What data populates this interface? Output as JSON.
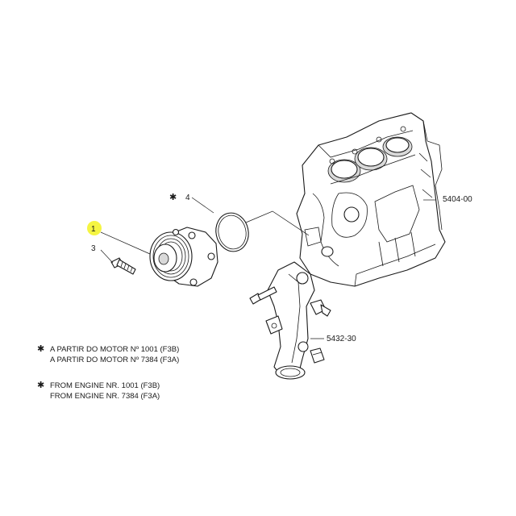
{
  "callouts": {
    "part_1": "1",
    "part_3": "3",
    "part_4": "4",
    "group_5404": "5404-00",
    "group_5432": "5432-30"
  },
  "markers": {
    "star": "✱"
  },
  "notes": {
    "pt_line_1": "A PARTIR DO MOTOR Nº 1001 (F3B)",
    "pt_line_2": "A PARTIR DO MOTOR Nº 7384 (F3A)",
    "en_line_1": "FROM ENGINE NR. 1001 (F3B)",
    "en_line_2": "FROM ENGINE NR. 7384 (F3A)"
  },
  "colors": {
    "highlight": "#f5f542",
    "line": "#1a1a1a"
  }
}
